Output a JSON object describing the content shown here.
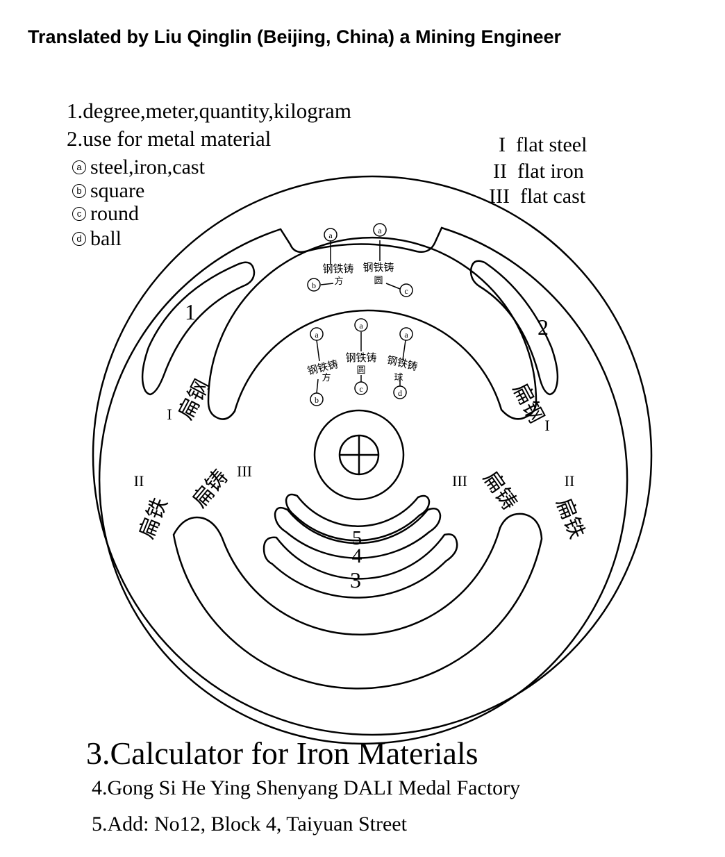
{
  "header": "Translated by Liu Qinglin (Beijing, China) a Mining Engineer",
  "legend": {
    "line1": "1.degree,meter,quantity,kilogram",
    "line2": "2.use for metal material",
    "items": [
      {
        "mark": "a",
        "text": "steel,iron,cast"
      },
      {
        "mark": "b",
        "text": "square"
      },
      {
        "mark": "c",
        "text": "round"
      },
      {
        "mark": "d",
        "text": "ball"
      }
    ]
  },
  "roman_key": [
    {
      "numeral": "I",
      "text": "flat steel"
    },
    {
      "numeral": "II",
      "text": "flat iron"
    },
    {
      "numeral": "III",
      "text": "flat cast"
    }
  ],
  "dial": {
    "outer_top_labels": {
      "a1": "a",
      "a2": "a",
      "left": "钢铁铸",
      "left_sub": "方",
      "right": "钢铁铸",
      "right_sub": "圆",
      "b": "b",
      "c": "c"
    },
    "inner_labels": {
      "a1": "a",
      "a2": "a",
      "a3": "a",
      "t1": "钢铁铸",
      "t1_sub": "方",
      "t2": "钢铁铸",
      "t2_sub": "圆",
      "t3": "钢铁铸",
      "t3_sub": "球",
      "b": "b",
      "c": "c",
      "d": "d"
    },
    "slot_numbers": {
      "one": "1",
      "two": "2",
      "three": "3",
      "four": "4",
      "five": "5"
    },
    "flat_steel": "扁钢",
    "flat_iron": "扁铁",
    "flat_cast": "扁铸",
    "roman": {
      "I": "I",
      "II": "II",
      "III": "III"
    }
  },
  "footer": {
    "title": "3.Calculator for Iron Materials",
    "line4": "4.Gong Si He Ying Shenyang DALI Medal Factory",
    "line5": "5.Add: No12, Block 4, Taiyuan Street"
  }
}
